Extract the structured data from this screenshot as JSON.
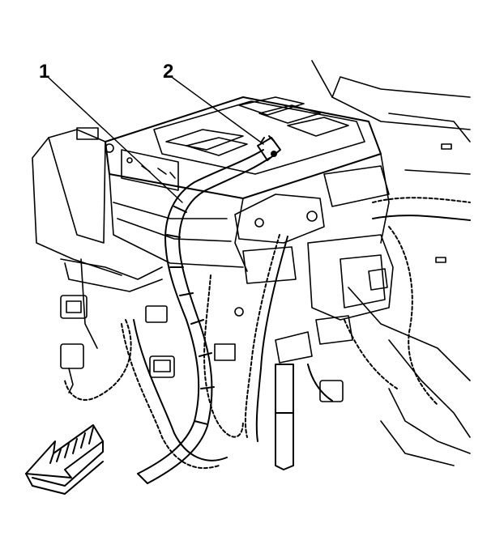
{
  "diagram": {
    "callouts": [
      {
        "id": "1",
        "label": "1",
        "target": "hose"
      },
      {
        "id": "2",
        "label": "2",
        "target": "hose-clamp"
      }
    ],
    "direction_arrow": "front-of-vehicle-arrow",
    "colors": {
      "line": "#000000",
      "background": "#ffffff"
    }
  }
}
